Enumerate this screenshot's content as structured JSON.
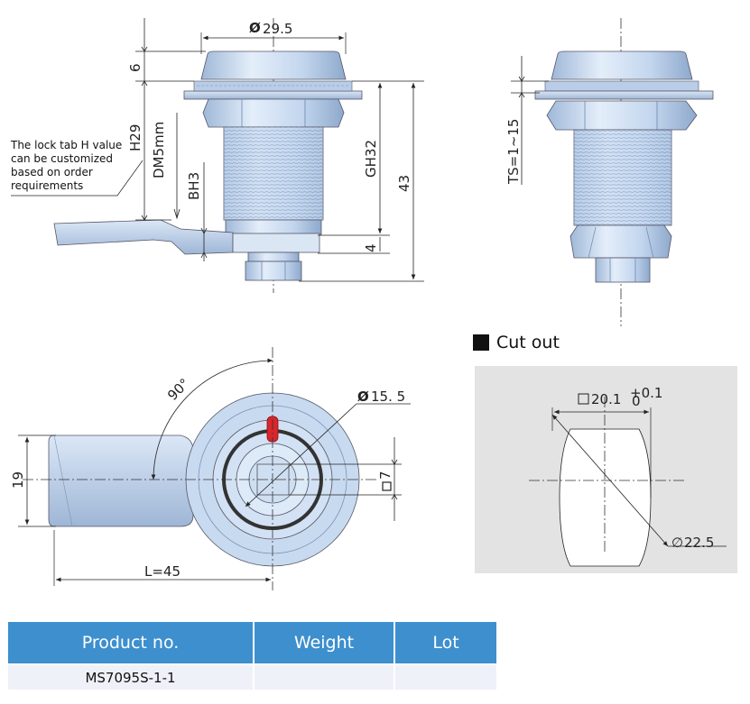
{
  "side_view": {
    "dims": {
      "diameter_top": "29.5",
      "cap_height": "6",
      "h29": "H29",
      "dm5": "DM5mm",
      "bh3": "BH3",
      "gh32": "GH32",
      "total_43": "43",
      "base_4": "4"
    },
    "note": [
      "The lock tab H value",
      "can be customized",
      "based on order",
      "requirements"
    ]
  },
  "right_view": {
    "ts_label": "TS=1~15"
  },
  "top_view": {
    "angle_label": "90°",
    "diameter_label": "15. 5",
    "width_19": "19",
    "square_7": "7",
    "length_label": "L=45"
  },
  "cutout": {
    "title": "Cut out",
    "square_label": "20.1",
    "tol_plus": "+0.1",
    "tol_zero": "0",
    "diameter_label": "22.5"
  },
  "table": {
    "headers": [
      "Product no.",
      "Weight",
      "Lot"
    ],
    "rows": [
      [
        "MS7095S-1-1",
        "",
        ""
      ]
    ]
  },
  "colors": {
    "part_fill": "#c6d9ef",
    "part_dark": "#8aa6c8",
    "accent_red": "#d8262c",
    "header_blue": "#3d8fce",
    "cutout_bg": "#e3e3e3"
  }
}
